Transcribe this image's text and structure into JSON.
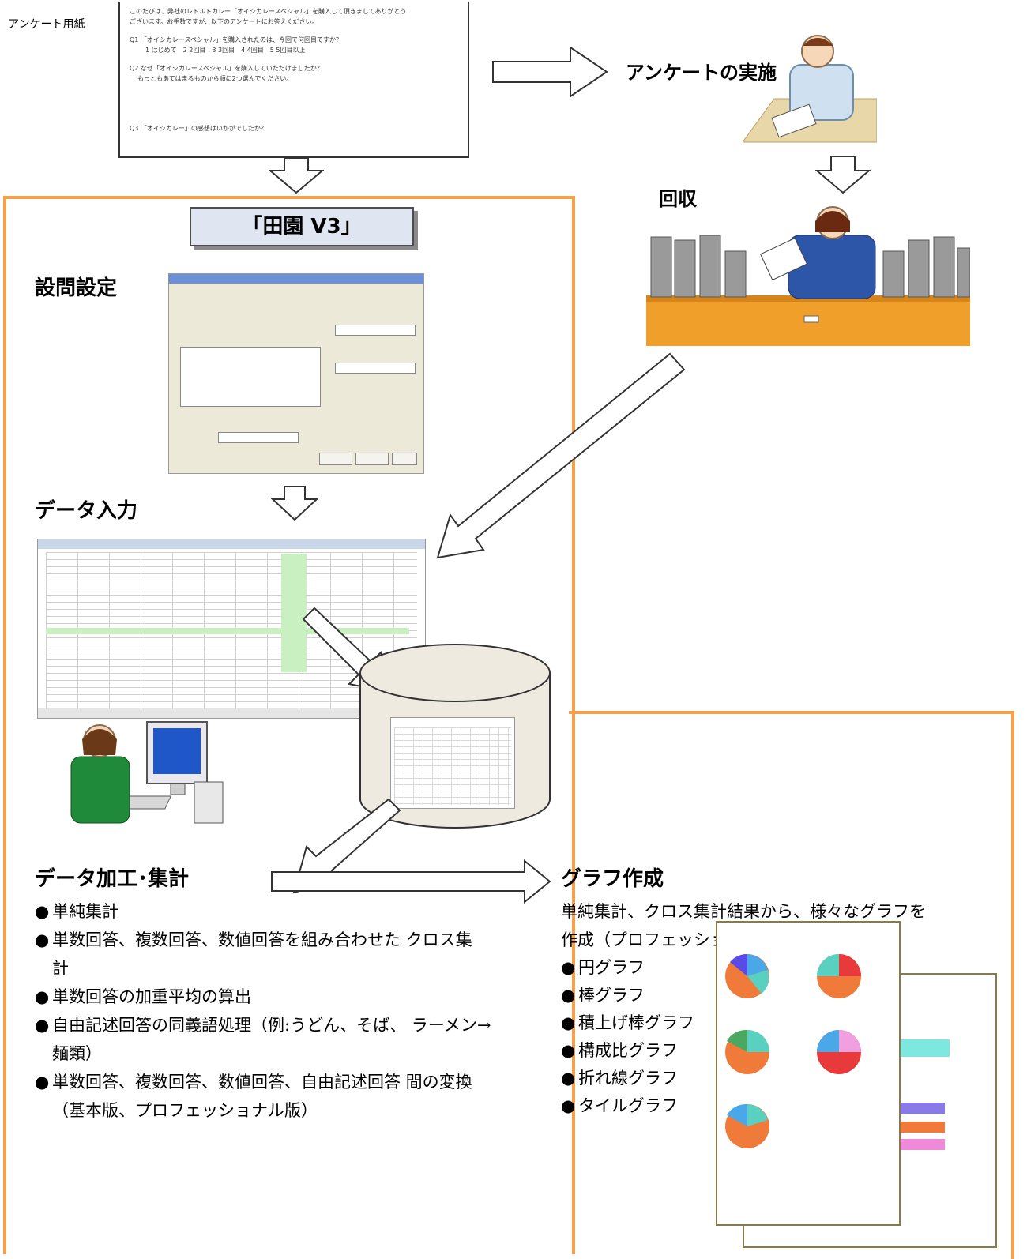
{
  "survey_sheet": {
    "label": "アンケート用紙",
    "lines": [
      "このたびは、弊社のレトルトカレー「オイシカレースペシャル」を購入して頂きましてありがとう",
      "ございます。お手数ですが、以下のアンケートにお答えください。",
      "Q1 「オイシカレースペシャル」を購入されたのは、今回で何回目ですか？",
      "1 はじめて　2 2回目　3 3回目　4 4回目　5 5回目以上",
      "Q2 なぜ「オイシカレースペシャル」を購入していただけましたか？",
      "もっともあてはまるものから順に2つ選んでください。",
      "Q3 「オイシカレー」の感想はいかがでしたか？"
    ]
  },
  "implementation": {
    "label": "アンケートの実施"
  },
  "collection": {
    "label": "回収"
  },
  "software": {
    "title": "「田園 V3」"
  },
  "question_setup": {
    "label": "設問設定"
  },
  "data_entry": {
    "label": "データ入力"
  },
  "processing": {
    "label": "データ加工･集計",
    "items": [
      "単純集計",
      "単数回答、複数回答、数値回答を組み合わせた クロス集計",
      "単数回答の加重平均の算出",
      "自由記述回答の同義語処理（例:うどん、そば、 ラーメン→麺類）",
      "単数回答、複数回答、数値回答、自由記述回答 間の変換（基本版、プロフェッショナル版）"
    ]
  },
  "graphs": {
    "label": "グラフ作成",
    "description_line1": "単純集計、クロス集計結果から、様々なグラフを",
    "description_line2": "作成（プロフェッショナル版）",
    "items": [
      "円グラフ",
      "棒グラフ",
      "積上げ棒グラフ",
      "構成比グラフ",
      "折れ線グラフ",
      "タイルグラフ"
    ]
  },
  "colors": {
    "frame": "#f5a04a",
    "title_box": "#dfe6f2",
    "green_cells": "#c8f0c0",
    "desk": "#f0a02a"
  }
}
